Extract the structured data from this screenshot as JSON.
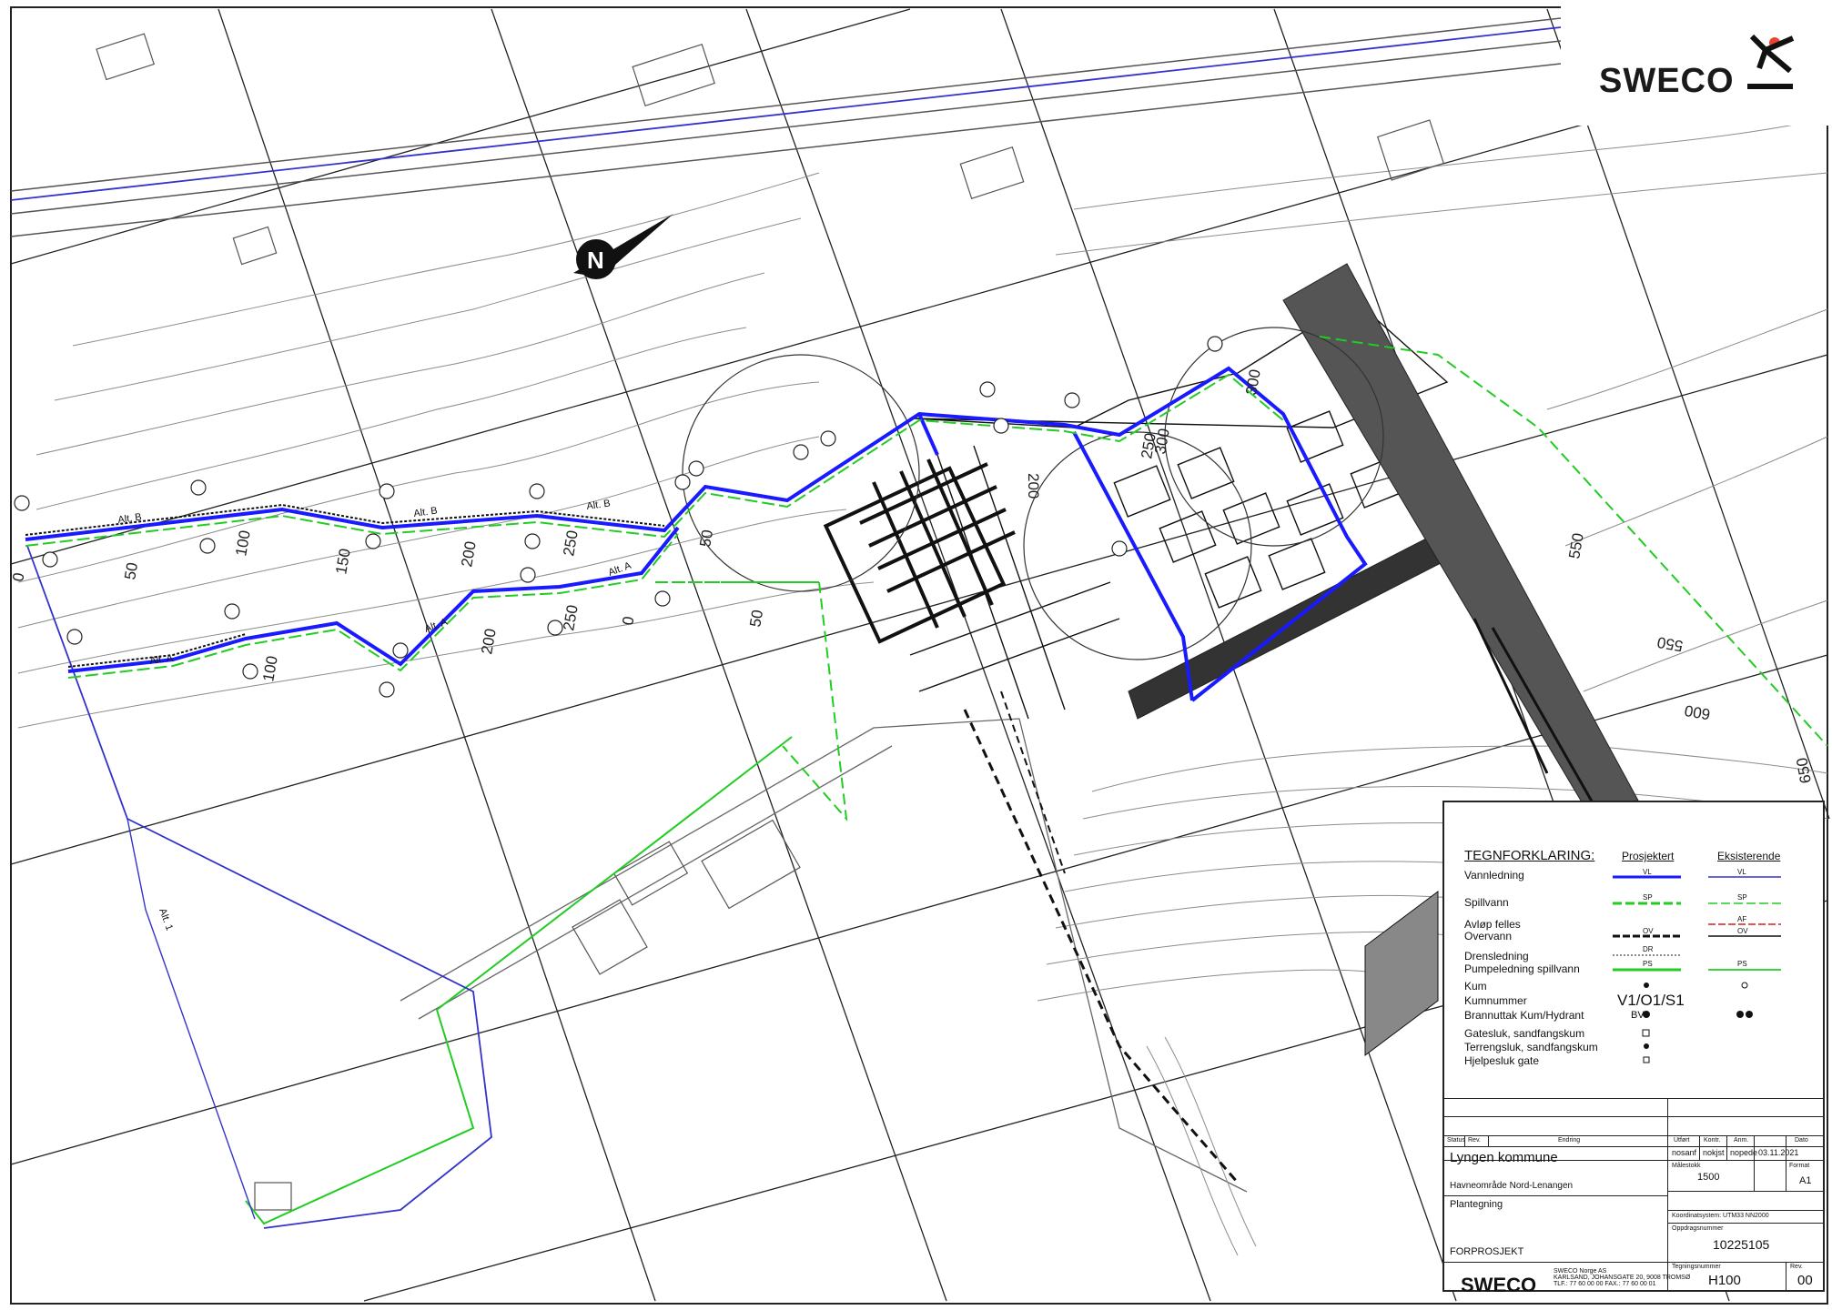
{
  "brand": {
    "logo_text": "SWECO",
    "accent_color": "#e8452e"
  },
  "colors": {
    "water_projected": "#1a1aff",
    "water_existing": "#3333cc",
    "wastewater": "#22cc22",
    "runoff": "#111111",
    "sewer_combined_existing": "#cc2222",
    "contour": "#8c8c8c"
  },
  "map": {
    "north_label": "N",
    "contours": [
      "50",
      "100",
      "150",
      "200",
      "250",
      "300",
      "50",
      "100",
      "200",
      "250",
      "0",
      "50",
      "0",
      "200",
      "250",
      "300",
      "550",
      "550",
      "600",
      "650"
    ],
    "alt_labels": [
      "Alt. B",
      "Alt. B",
      "Alt. B",
      "Alt. A",
      "Alt. A",
      "Alt. A",
      "Alt. 1"
    ]
  },
  "legend": {
    "title": "TEGNFORKLARING:",
    "col_projected": "Prosjektert",
    "col_existing": "Eksisterende",
    "rows": [
      {
        "label": "Vannledning",
        "code": "VL",
        "code_existing": "VL"
      },
      {
        "label": "Spillvann",
        "code": "SP",
        "code_existing": "SP"
      },
      {
        "label": "Avløp felles",
        "code": "",
        "code_existing": "AF"
      },
      {
        "label": "Overvann",
        "code": "OV",
        "code_existing": "OV"
      },
      {
        "label": "Drensledning",
        "code": "DR",
        "code_existing": ""
      },
      {
        "label": "Pumpeledning spillvann",
        "code": "PS",
        "code_existing": "PS"
      },
      {
        "label": "Kum",
        "code": "",
        "code_existing": ""
      },
      {
        "label": "Kumnummer",
        "code": "",
        "code_existing": ""
      },
      {
        "label": "Brannuttak Kum/Hydrant",
        "code": "BV",
        "code_existing": ""
      },
      {
        "label": "Gatesluk, sandfangskum",
        "code": "",
        "code_existing": ""
      },
      {
        "label": "Terrengsluk, sandfangskum",
        "code": "",
        "code_existing": ""
      },
      {
        "label": "Hjelpesluk gate",
        "code": "",
        "code_existing": ""
      }
    ],
    "kum_number": "V1/O1/S1"
  },
  "title_block": {
    "header_status": "Status",
    "header_rev": "Rev.",
    "header_description": "Endring",
    "header_prepared": "Utført",
    "header_checked": "Kontr.",
    "header_approved": "Anm.",
    "header_date": "Dato",
    "prepared": "nosanf",
    "checked": "nokjst",
    "approved": "nopede",
    "date": "03.11.2021",
    "scale_label": "Målestokk",
    "scale": "1500",
    "format_label": "Format",
    "format": "A1",
    "client": "Lyngen kommune",
    "project": "Havneområde Nord-Lenangen",
    "drawing_type": "Plantegning",
    "phase": "FORPROSJEKT",
    "coord_label": "Koordinatsystem: UTM33  NN2000",
    "oppdrag_label": "Oppdragsnummer",
    "oppdrag": "10225105",
    "tegning_label": "Tegningsnummer",
    "tegning": "H100",
    "rev_label": "Rev.",
    "rev": "00",
    "company_lines": [
      "SWECO Norge AS",
      "KARLSAND, JOHANSGATE 20, 9008 TROMSØ",
      "TLF.: 77 60 00 00    FAX.: 77 60 00 01"
    ],
    "company_logo": "SWECO"
  }
}
